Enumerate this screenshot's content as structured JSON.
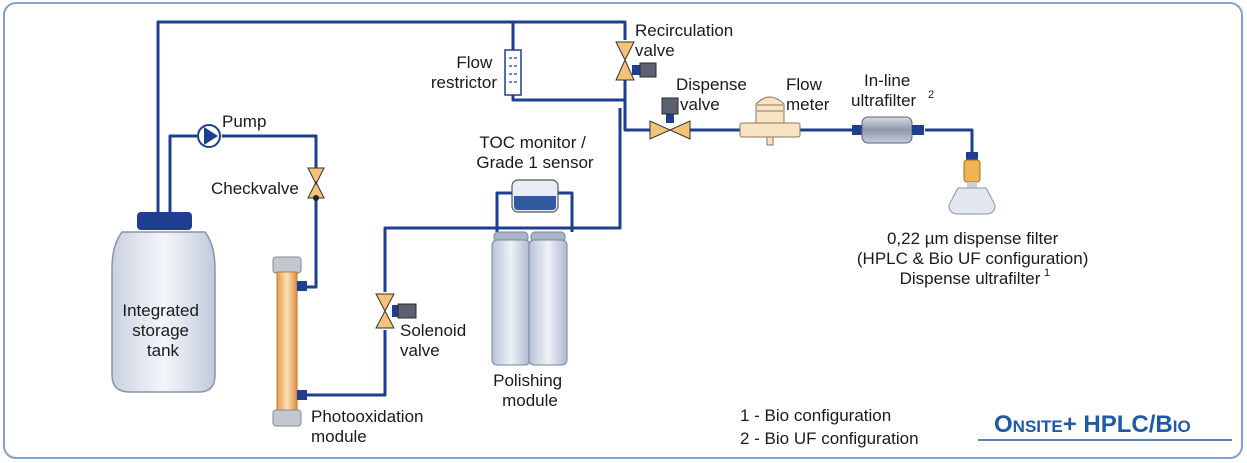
{
  "labels": {
    "recirculation_valve": [
      "Recirculation",
      "valve"
    ],
    "flow_restrictor": [
      "Flow",
      "restrictor"
    ],
    "dispense_valve": [
      "Dispense",
      "valve"
    ],
    "flow_meter": [
      "Flow",
      "meter"
    ],
    "inline_ultrafilter": [
      "In-line",
      "ultrafilter"
    ],
    "inline_ultrafilter_sup": "2",
    "pump": "Pump",
    "checkvalve": "Checkvalve",
    "toc_monitor": [
      "TOC monitor /",
      "Grade 1 sensor"
    ],
    "dispense_filter": [
      "0,22 µm dispense filter",
      "(HPLC & Bio UF configuration)",
      "Dispense ultrafilter"
    ],
    "dispense_filter_sup": "1",
    "storage_tank": [
      "Integrated",
      "storage",
      "tank"
    ],
    "solenoid_valve": [
      "Solenoid",
      "valve"
    ],
    "polishing_module": [
      "Polishing",
      "module"
    ],
    "photooxidation_module": [
      "Photooxidation",
      "module"
    ]
  },
  "legend": {
    "items": [
      "1 - Bio configuration",
      "2 - Bio UF configuration"
    ]
  },
  "brand": {
    "part1_big": "O",
    "part1_small": "NSITE",
    "part2": "+ HPLC/",
    "part3_big": "B",
    "part3_small": "IO"
  },
  "colors": {
    "pipe": "#1e3f8f",
    "frame": "#7fa2cf",
    "brand": "#1f5aa6",
    "valve": "#f5c27a",
    "tank": "#dde3ee",
    "uv_lamp": "#f0b774"
  }
}
